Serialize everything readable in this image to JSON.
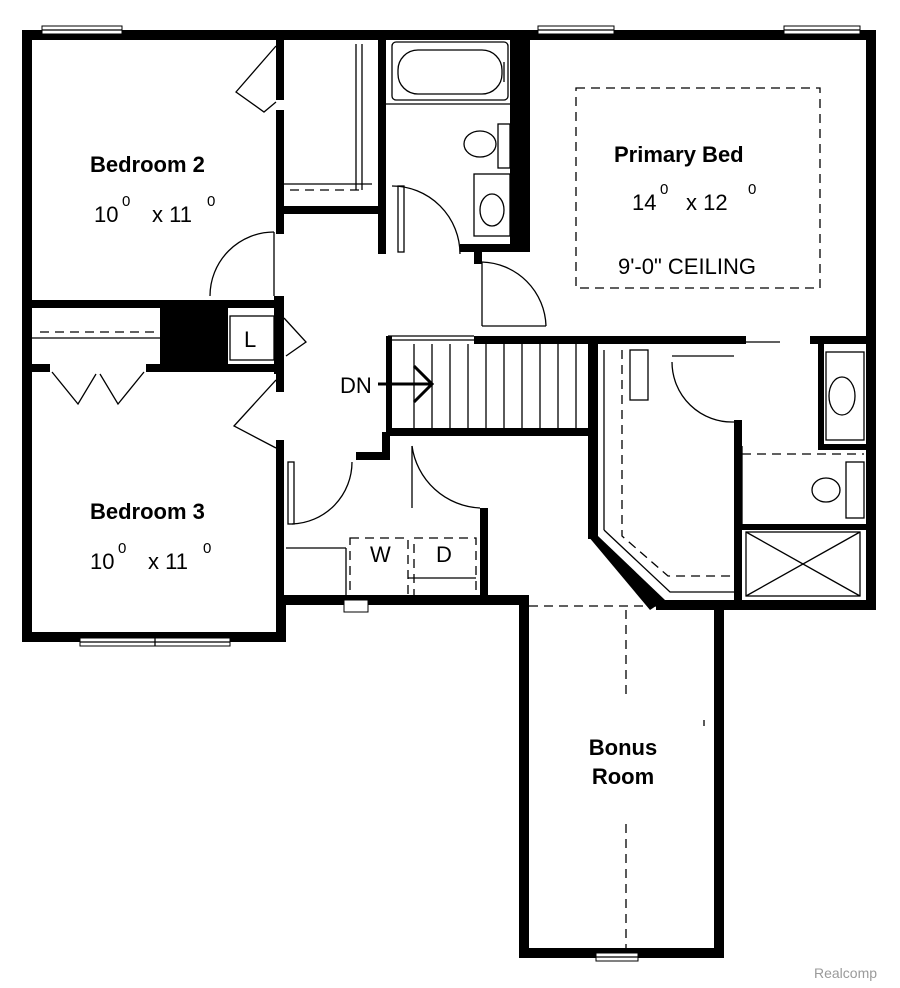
{
  "rooms": {
    "bedroom2": {
      "name": "Bedroom 2",
      "dim_a": "10",
      "dim_a_sup": "0",
      "dim_b": "x 11",
      "dim_b_sup": "0"
    },
    "bedroom3": {
      "name": "Bedroom 3",
      "dim_a": "10",
      "dim_a_sup": "0",
      "dim_b": "x 11",
      "dim_b_sup": "0"
    },
    "primary": {
      "name": "Primary Bed",
      "dim_a": "14",
      "dim_a_sup": "0",
      "dim_b": "x 12",
      "dim_b_sup": "0",
      "ceiling": "9'-0\" CEILING"
    },
    "bonus": {
      "line1": "Bonus",
      "line2": "Room"
    }
  },
  "labels": {
    "linen": "L",
    "stairs": "DN",
    "washer": "W",
    "dryer": "D"
  },
  "watermark": "Realcomp"
}
